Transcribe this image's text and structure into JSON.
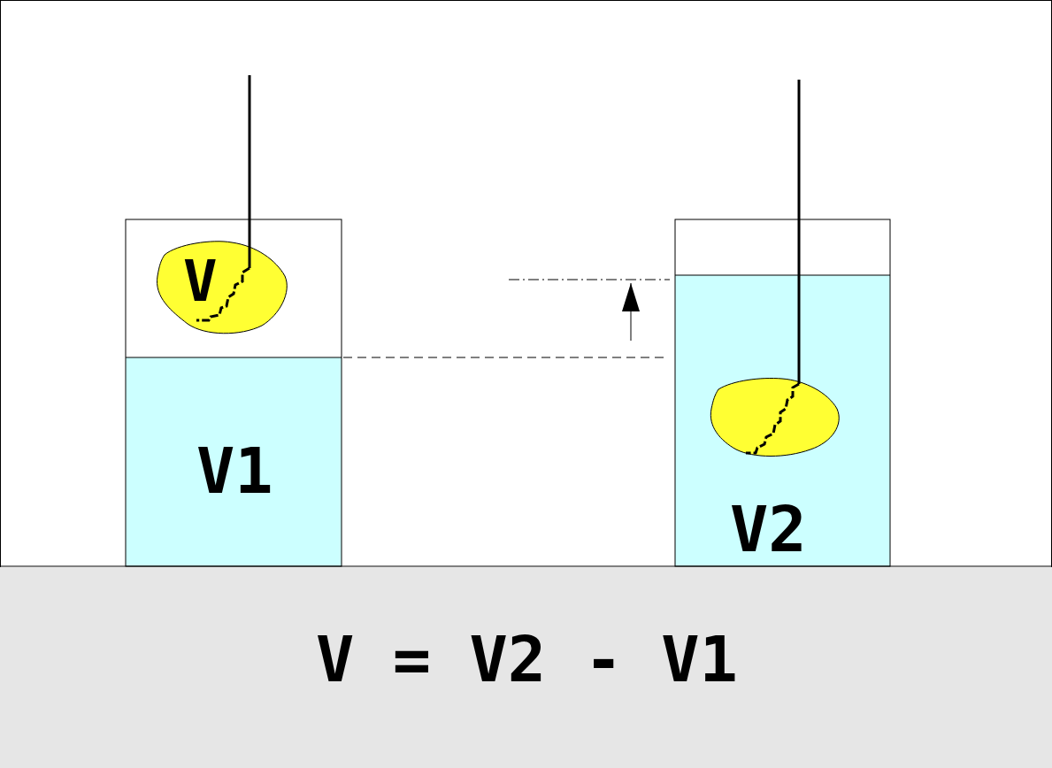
{
  "diagram": {
    "nodes": [
      {
        "text": [
          "V"
        ]
      },
      {
        "text": [
          "V1"
        ]
      },
      {
        "text": [
          "V2"
        ]
      },
      {
        "text": [
          "V = V2 - V1"
        ]
      }
    ]
  }
}
